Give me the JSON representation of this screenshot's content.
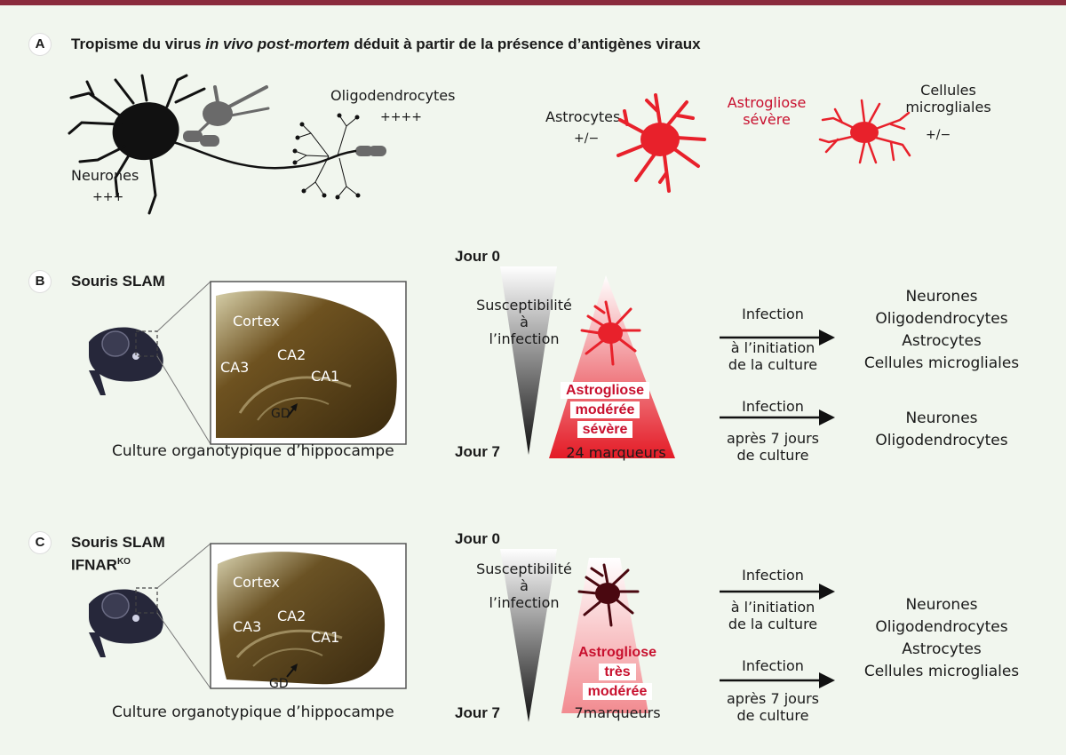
{
  "panel_a": {
    "letter": "A",
    "title_part1": "Tropisme du virus ",
    "title_italic": "in vivo post-mortem",
    "title_part2": " déduit à partir de la présence d’antigènes viraux",
    "neurones": "Neurones",
    "neurones_score": "+++",
    "oligo": "Oligodendrocytes",
    "oligo_score": "++++",
    "astro": "Astrocytes",
    "astro_score": "+/−",
    "astrogliose_line1": "Astrogliose",
    "astrogliose_line2": "sévère",
    "micro_line1": "Cellules",
    "micro_line2": "microgliales",
    "micro_score": "+/−"
  },
  "panel_b": {
    "letter": "B",
    "title": "Souris SLAM",
    "caption": "Culture organotypique d’hippocampe",
    "labels": {
      "cortex": "Cortex",
      "ca3": "CA3",
      "ca2": "CA2",
      "ca1": "CA1",
      "gd": "GD"
    },
    "day0": "Jour 0",
    "day7": "Jour 7",
    "susc_line1": "Susceptibilité",
    "susc_line2": "à",
    "susc_line3": "l’infection",
    "gliose_line1": "Astrogliose",
    "gliose_line2": "modérée",
    "gliose_line3": "sévère",
    "markers": "24 marqueurs",
    "inf1_title": "Infection",
    "inf1_line1": "à l’initiation",
    "inf1_line2": "de la culture",
    "inf2_title": "Infection",
    "inf2_line1": "après 7 jours",
    "inf2_line2": "de culture",
    "res1": [
      "Neurones",
      "Oligodendrocytes",
      "Astrocytes",
      "Cellules microgliales"
    ],
    "res2": [
      "Neurones",
      "Oligodendrocytes"
    ]
  },
  "panel_c": {
    "letter": "C",
    "title_line1": "Souris SLAM",
    "title_line2": "IFNAR",
    "title_sup": "KO",
    "caption": "Culture organotypique d’hippocampe",
    "labels": {
      "cortex": "Cortex",
      "ca3": "CA3",
      "ca2": "CA2",
      "ca1": "CA1",
      "gd": "GD"
    },
    "day0": "Jour 0",
    "day7": "Jour 7",
    "susc_line1": "Susceptibilité",
    "susc_line2": "à",
    "susc_line3": "l’infection",
    "gliose_line1": "Astrogliose",
    "gliose_line2": "très",
    "gliose_line3": "modérée",
    "markers": "7marqueurs",
    "inf1_title": "Infection",
    "inf1_line1": "à l’initiation",
    "inf1_line2": "de la culture",
    "inf2_title": "Infection",
    "inf2_line1": "après 7 jours",
    "inf2_line2": "de culture",
    "res1": [
      "Neurones",
      "Oligodendrocytes",
      "Astrocytes",
      "Cellules microgliales"
    ]
  },
  "colors": {
    "accent": "#8a2b3c",
    "red": "#c8102e",
    "dark_red": "#5a0a14",
    "background": "#f1f6ee"
  }
}
